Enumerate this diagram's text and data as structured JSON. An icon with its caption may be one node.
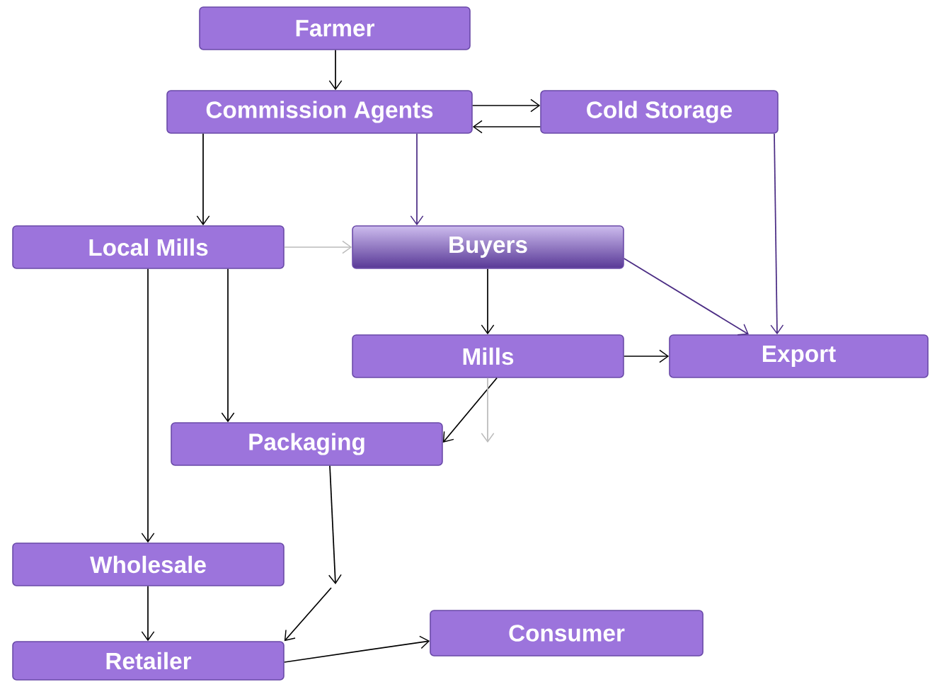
{
  "diagram": {
    "nodes": [
      {
        "text": [
          "Farmer"
        ]
      },
      {
        "text": [
          "Commission Agents"
        ]
      },
      {
        "text": [
          "Cold Storage"
        ]
      },
      {
        "text": [
          "Local Mills"
        ]
      },
      {
        "text": [
          "Buyers"
        ]
      },
      {
        "text": [
          "Mills"
        ]
      },
      {
        "text": [
          "Export"
        ]
      },
      {
        "text": [
          "Packaging"
        ]
      },
      {
        "text": [
          "Wholesale"
        ]
      },
      {
        "text": [
          "Retailer"
        ]
      },
      {
        "text": [
          "Consumer"
        ]
      }
    ],
    "edges": [
      {
        "from": 0,
        "to": 1,
        "arrow": "to"
      },
      {
        "from": 1,
        "to": 2,
        "arrow": "to"
      },
      {
        "from": 2,
        "to": 1,
        "arrow": "to"
      },
      {
        "from": 1,
        "to": 3,
        "arrow": "to"
      },
      {
        "from": 1,
        "to": 4,
        "arrow": "to",
        "color": "#4b2c84"
      },
      {
        "from": 2,
        "to": 6,
        "arrow": "to",
        "color": "#4b2c84"
      },
      {
        "from": 3,
        "to": 4,
        "arrow": "to",
        "color": "#bbbbbb"
      },
      {
        "from": 4,
        "to": 6,
        "arrow": "to",
        "color": "#4b2c84"
      },
      {
        "from": 4,
        "to": 5,
        "arrow": "to"
      },
      {
        "from": 5,
        "to": 6,
        "arrow": "to"
      },
      {
        "from": 5,
        "to": 7,
        "arrow": "to"
      },
      {
        "from": 5,
        "to": null,
        "arrow": "to",
        "color": "#bbbbbb"
      },
      {
        "from": 3,
        "to": 7,
        "arrow": "to"
      },
      {
        "from": 3,
        "to": 8,
        "arrow": "to"
      },
      {
        "from": 8,
        "to": 9,
        "arrow": "to"
      },
      {
        "from": 7,
        "to": null,
        "arrow": "to"
      },
      {
        "from": null,
        "to": 9,
        "arrow": "to"
      },
      {
        "from": 9,
        "to": 10,
        "arrow": "to"
      }
    ]
  }
}
